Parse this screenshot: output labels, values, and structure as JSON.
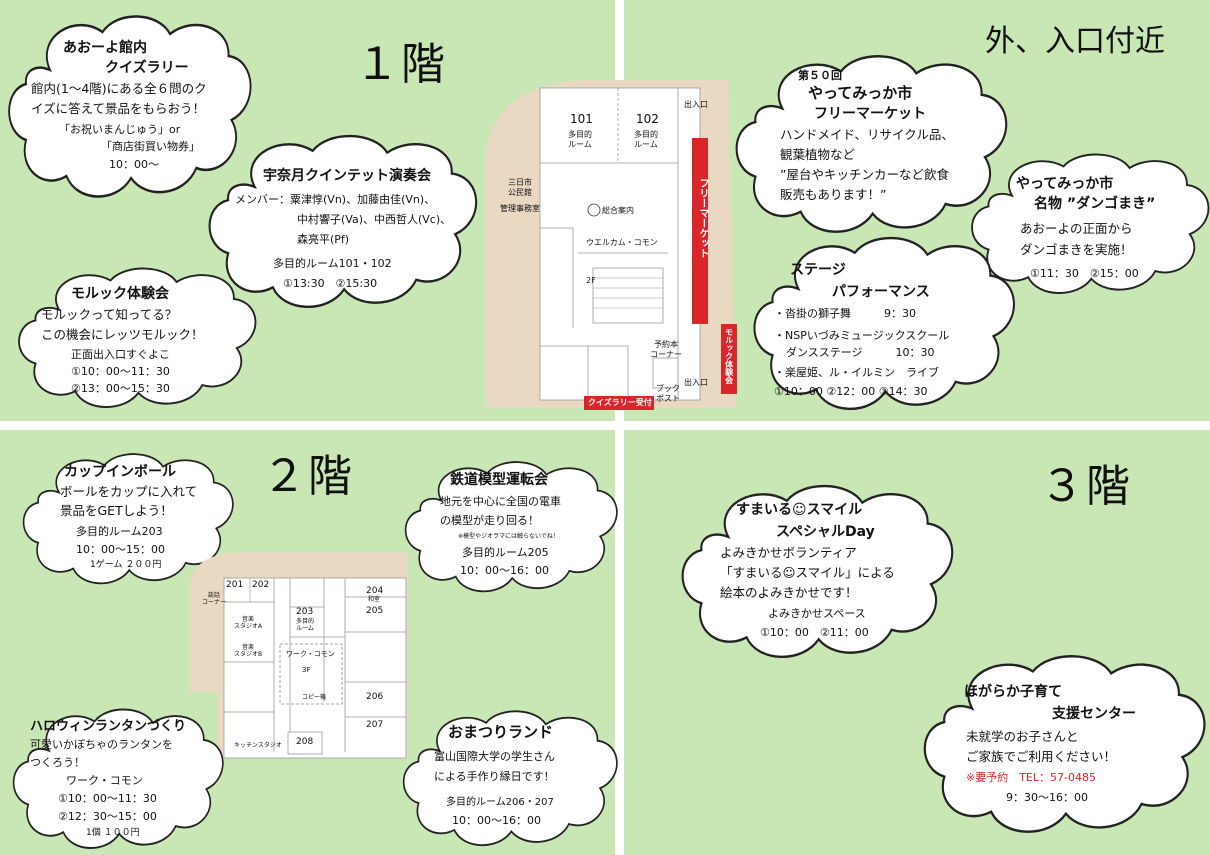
{
  "floors": {
    "f1": "１階",
    "outside": "外、入口付近",
    "f2": "２階",
    "f3": "３階"
  },
  "f1": {
    "quiz": {
      "title1": "あおーよ館内",
      "title2": "クイズラリー",
      "l1": "館内(1〜4階)にある全６問のク",
      "l2": "イズに答えて景品をもらおう！",
      "l3": "「お祝いまんじゅう」or",
      "l4": "「商店街買い物券」",
      "time": "10：00〜"
    },
    "quintet": {
      "title": "宇奈月クインテット演奏会",
      "m1": "メンバー：粟津惇(Vn)、加藤由佳(Vn)、",
      "m2": "中村響子(Va)、中西哲人(Vc)、",
      "m3": "森亮平(Pf)",
      "place": "多目的ルーム101・102",
      "time": "①13:30　②15:30"
    },
    "molluck": {
      "title": "モルック体験会",
      "l1": "モルックって知ってる？",
      "l2": "この機会にレッツモルック！",
      "l3": "正面出入口すぐよこ",
      "t1": "①10：00〜11：30",
      "t2": "②13：00〜15：30"
    },
    "map": {
      "r101": "101",
      "r101sub": "多目的\nルーム",
      "r102": "102",
      "r102sub": "多目的\nルーム",
      "entrance1": "出入口",
      "entrance2": "出入口",
      "hall": "三日市\n公民館",
      "office": "管理事務室",
      "info": "総合案内",
      "welcome": "ウエルカム・コモン",
      "floor2": "2F",
      "flea": "フリーマーケット",
      "molluck": "モルック体験会",
      "reserve": "予約本\nコーナー",
      "bookpost": "ブック\nポスト",
      "quizdesk": "クイズラリー受付"
    }
  },
  "outside": {
    "market": {
      "edition": "第５０回",
      "title1": "やってみっか市",
      "title2": "フリーマーケット",
      "l1": "ハンドメイド、リサイクル品、",
      "l2": "観葉植物など",
      "l3": "”屋台やキッチンカーなど飲食",
      "l4": "販売もあります！”"
    },
    "dango": {
      "title1": "やってみっか市",
      "title2": "名物 ”ダンゴまき”",
      "l1": "あおーよの正面から",
      "l2": "ダンゴまきを実施！",
      "time": "①11：30　②15：00"
    },
    "stage": {
      "title1": "ステージ",
      "title2": "パフォーマンス",
      "i1": "・沓掛の獅子舞　　　9：30",
      "i2a": "・NSPいづみミュージックスクール",
      "i2b": "ダンスステージ　　　10：30",
      "i3": "・楽屋姫、ル・イルミン　ライブ",
      "times": "①10：00 ②12：00 ③14：30"
    }
  },
  "f2": {
    "cupball": {
      "title": "カップインボール",
      "l1": "ボールをカップに入れて",
      "l2": "景品をGETしよう！",
      "place": "多目的ルーム203",
      "time": "10：00〜15：00",
      "price": "1ゲーム ２００円"
    },
    "train": {
      "title": "鉄道模型運転会",
      "l1": "地元を中心に全国の電車",
      "l2": "の模型が走り回る！",
      "note": "※模型やジオラマには触らないでね！",
      "place": "多目的ルーム205",
      "time": "10：00〜16：00"
    },
    "lantern": {
      "title": "ハロウィンランタンづくり",
      "l1": "可愛いかぼちゃのランタンを",
      "l2": "つくろう！",
      "place": "ワーク・コモン",
      "t1": "①10：00〜11：30",
      "t2": "②12：30〜15：00",
      "price": "1個 １００円"
    },
    "festival": {
      "title": "おまつりランド",
      "l1": "富山国際大学の学生さん",
      "l2": "による手作り縁日です！",
      "place": "多目的ルーム206・207",
      "time": "10：00〜16：00"
    },
    "map": {
      "r201": "201",
      "r202": "202",
      "r203": "203",
      "r204": "204",
      "r205": "205",
      "r206": "206",
      "r207": "207",
      "r208": "208",
      "roomsub": "多目的\nルーム",
      "r204sub": "和室",
      "work": "ワーク・コモン",
      "kitchen": "キッチンスタジオ",
      "copy": "コピー機",
      "studioA": "音楽\nスタジオA",
      "studioB": "音楽\nスタジオB",
      "talk": "談話\nコーナー",
      "nf": "3F"
    }
  },
  "f3": {
    "smile": {
      "title1": "すまいる☺スマイル",
      "title2": "スペシャルDay",
      "l1": "よみきかせボランティア",
      "l2": "「すまいる☺スマイル」による",
      "l3": "絵本のよみきかせです！",
      "place": "よみきかせスペース",
      "time": "①10：00　②11：00"
    },
    "support": {
      "title1": "ほがらか子育て",
      "title2": "支援センター",
      "l1": "未就学のお子さんと",
      "l2": "ご家族でご利用ください！",
      "note": "※要予約　TEL：57-0485",
      "time": "9：30〜16：00"
    }
  },
  "colors": {
    "background": "#c9e6b5",
    "accent": "#d9262a",
    "map_floor": "#e9d8c2"
  }
}
